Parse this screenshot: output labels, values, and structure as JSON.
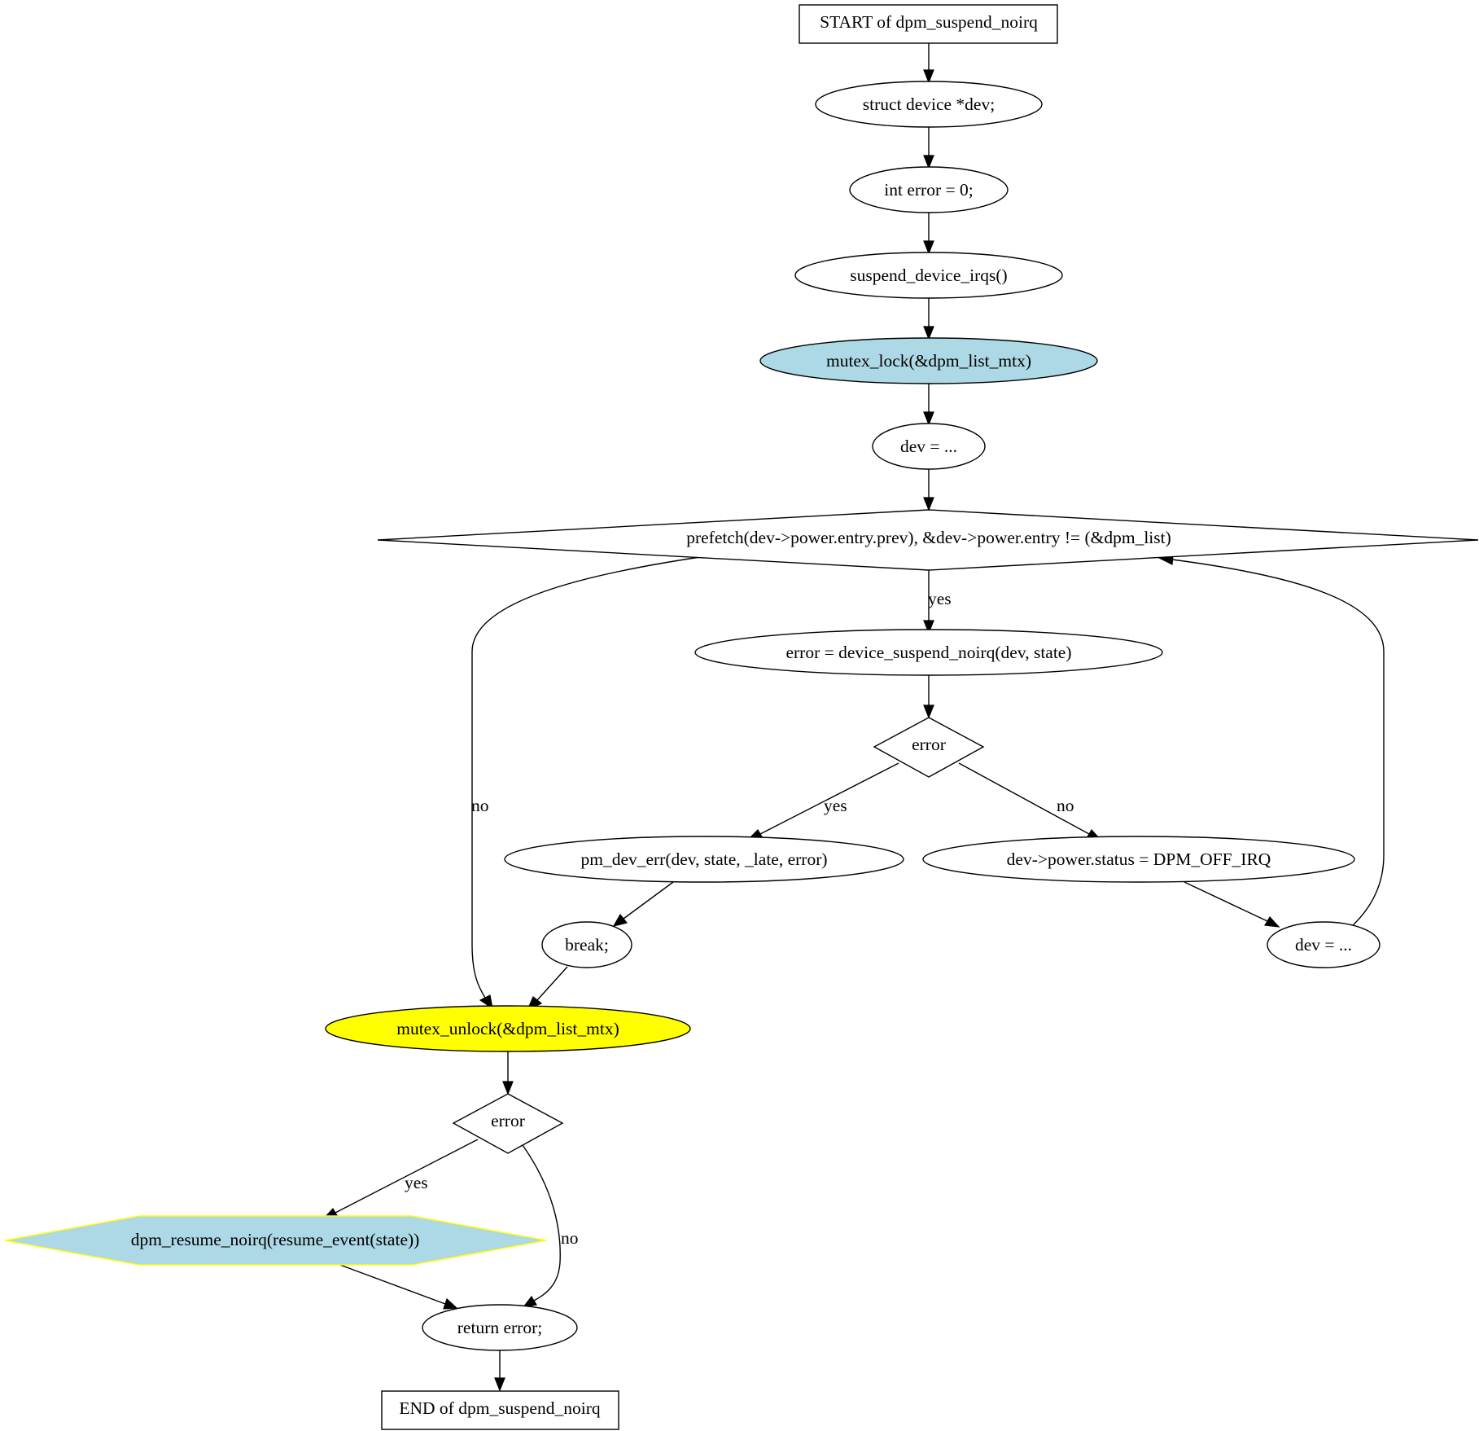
{
  "colors": {
    "default_fill": "#ffffff",
    "stroke": "#000000",
    "light_blue": "#add8e6",
    "yellow": "#ffff00",
    "hexagon_border": "#ffff00"
  },
  "nodes": {
    "start": {
      "label": "START of dpm_suspend_noirq",
      "shape": "box"
    },
    "decl_dev": {
      "label": "struct device *dev;",
      "shape": "ellipse"
    },
    "decl_error": {
      "label": "int error = 0;",
      "shape": "ellipse"
    },
    "suspend_irqs": {
      "label": "suspend_device_irqs()",
      "shape": "ellipse"
    },
    "mutex_lock": {
      "label": "mutex_lock(&dpm_list_mtx)",
      "shape": "ellipse",
      "fill": "light_blue"
    },
    "dev_init": {
      "label": "dev = ...",
      "shape": "ellipse"
    },
    "loop_cond": {
      "label": "prefetch(dev->power.entry.prev), &dev->power.entry != (&dpm_list)",
      "shape": "diamond"
    },
    "call_suspend": {
      "label": "error = device_suspend_noirq(dev, state)",
      "shape": "ellipse"
    },
    "check_error_1": {
      "label": "error",
      "shape": "diamond"
    },
    "pm_dev_err": {
      "label": "pm_dev_err(dev, state, _late, error)",
      "shape": "ellipse"
    },
    "set_status": {
      "label": "dev->power.status = DPM_OFF_IRQ",
      "shape": "ellipse"
    },
    "break_stmt": {
      "label": "break;",
      "shape": "ellipse"
    },
    "dev_next": {
      "label": "dev = ...",
      "shape": "ellipse"
    },
    "mutex_unlock": {
      "label": "mutex_unlock(&dpm_list_mtx)",
      "shape": "ellipse",
      "fill": "yellow"
    },
    "check_error_2": {
      "label": "error",
      "shape": "diamond"
    },
    "resume_noirq": {
      "label": "dpm_resume_noirq(resume_event(state))",
      "shape": "hexagon",
      "fill": "light_blue"
    },
    "return_error": {
      "label": "return error;",
      "shape": "ellipse"
    },
    "end": {
      "label": "END of dpm_suspend_noirq",
      "shape": "box"
    }
  },
  "edges": [
    {
      "from": "start",
      "to": "decl_dev"
    },
    {
      "from": "decl_dev",
      "to": "decl_error"
    },
    {
      "from": "decl_error",
      "to": "suspend_irqs"
    },
    {
      "from": "suspend_irqs",
      "to": "mutex_lock"
    },
    {
      "from": "mutex_lock",
      "to": "dev_init"
    },
    {
      "from": "dev_init",
      "to": "loop_cond"
    },
    {
      "from": "loop_cond",
      "to": "call_suspend",
      "label": "yes"
    },
    {
      "from": "loop_cond",
      "to": "mutex_unlock",
      "label": "no"
    },
    {
      "from": "call_suspend",
      "to": "check_error_1"
    },
    {
      "from": "check_error_1",
      "to": "pm_dev_err",
      "label": "yes"
    },
    {
      "from": "check_error_1",
      "to": "set_status",
      "label": "no"
    },
    {
      "from": "pm_dev_err",
      "to": "break_stmt"
    },
    {
      "from": "set_status",
      "to": "dev_next"
    },
    {
      "from": "dev_next",
      "to": "loop_cond"
    },
    {
      "from": "break_stmt",
      "to": "mutex_unlock"
    },
    {
      "from": "mutex_unlock",
      "to": "check_error_2"
    },
    {
      "from": "check_error_2",
      "to": "resume_noirq",
      "label": "yes"
    },
    {
      "from": "check_error_2",
      "to": "return_error",
      "label": "no"
    },
    {
      "from": "resume_noirq",
      "to": "return_error"
    },
    {
      "from": "return_error",
      "to": "end"
    }
  ]
}
